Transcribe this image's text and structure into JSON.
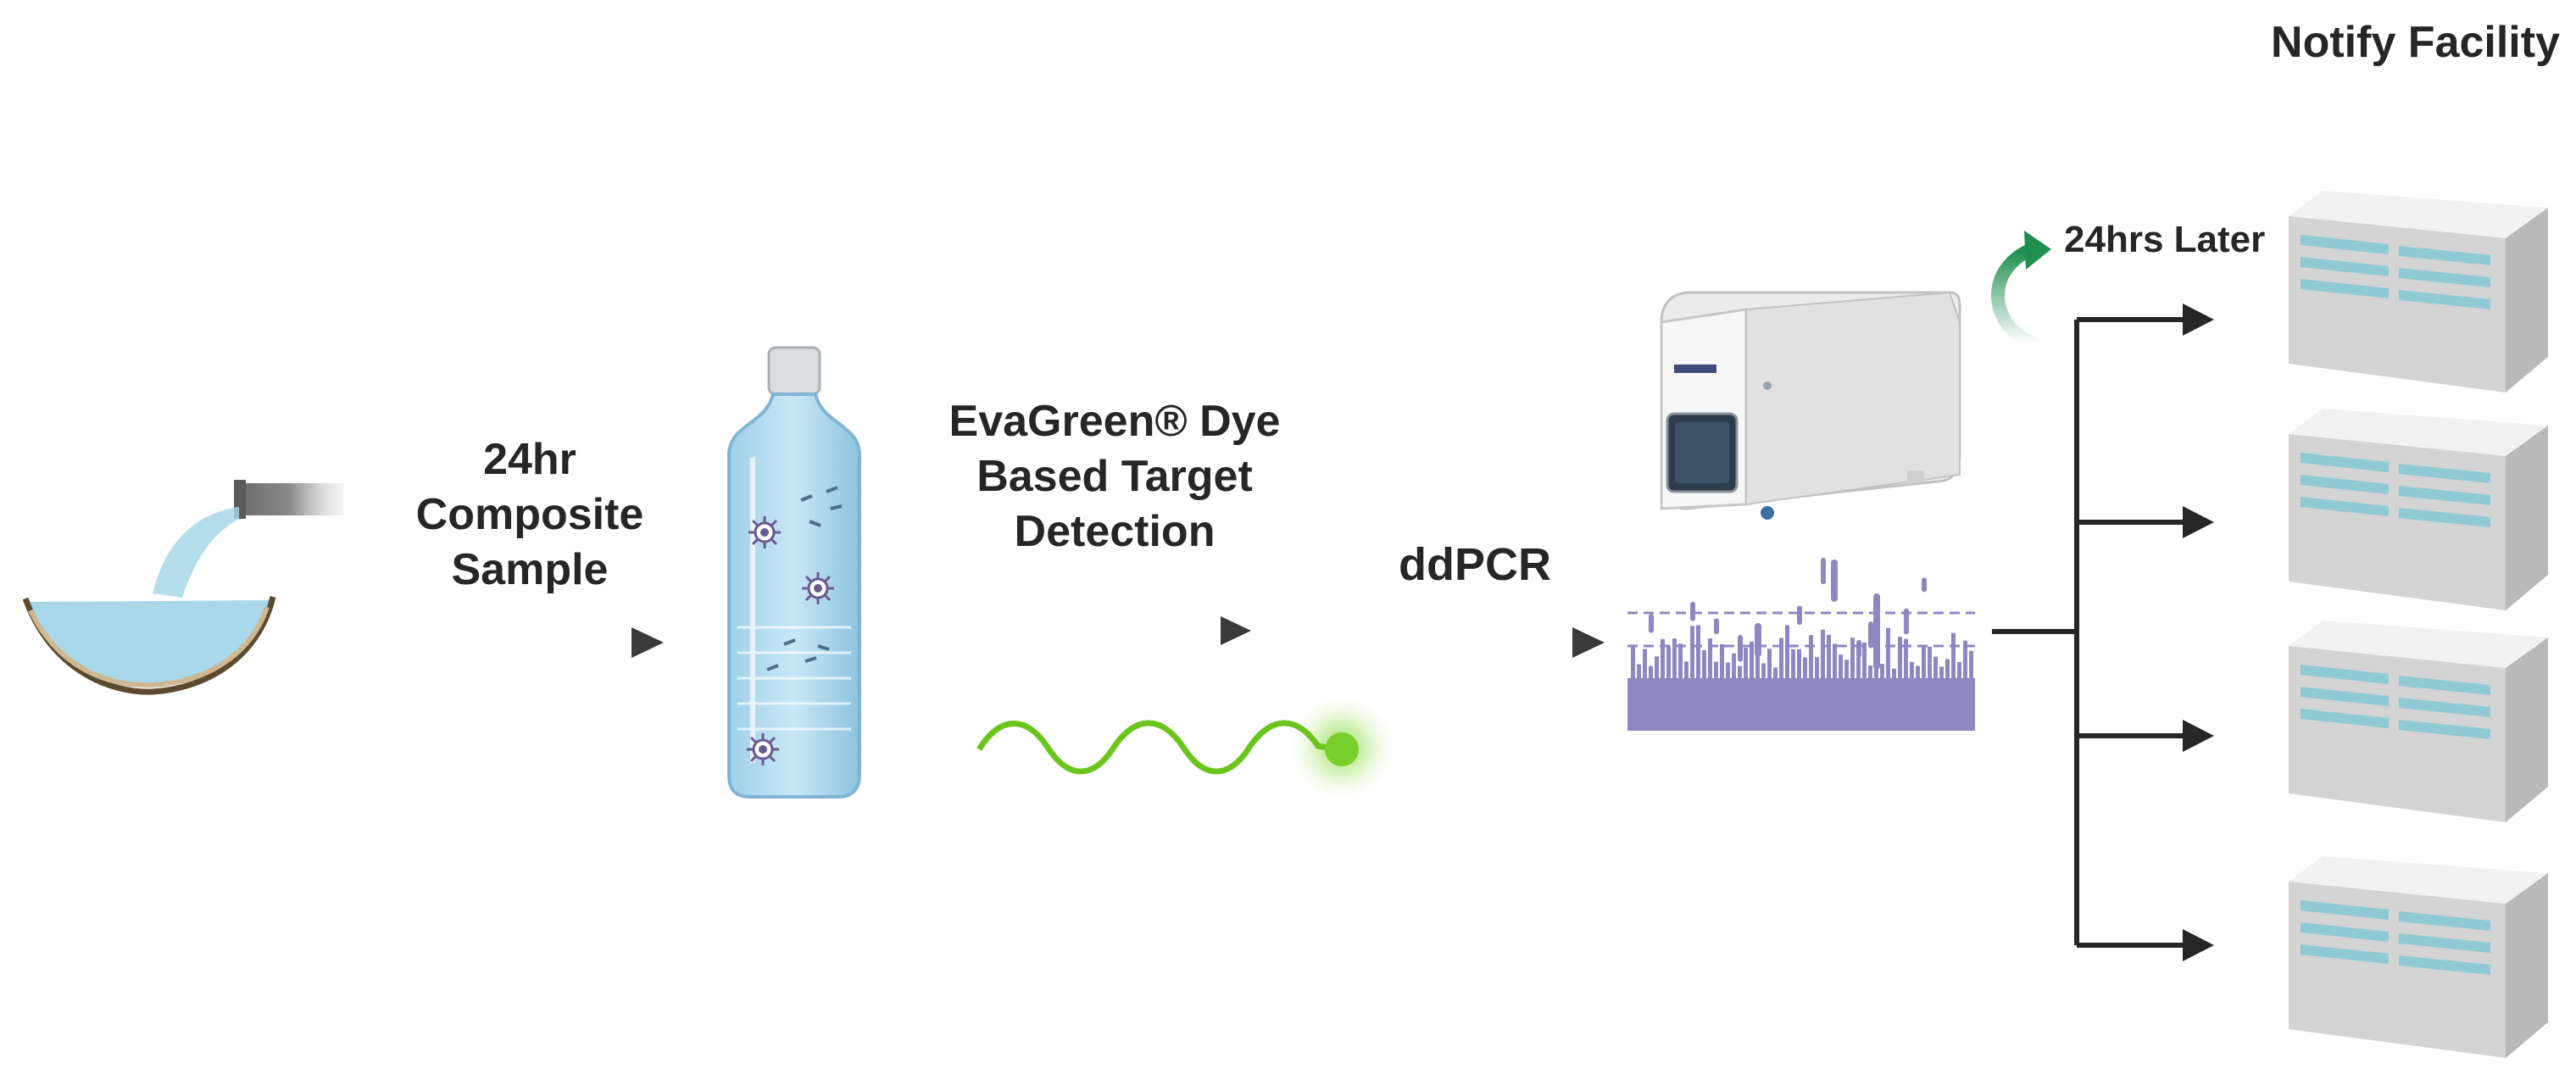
{
  "labels": {
    "notify_facility": "Notify Facility",
    "later": "24hrs Later",
    "composite_line1": "24hr",
    "composite_line2": "Composite",
    "composite_line3": "Sample",
    "dye_line1": "EvaGreen® Dye",
    "dye_line2": "Based Target",
    "dye_line3": "Detection",
    "ddpcr": "ddPCR"
  },
  "colors": {
    "arrow": "#3a3a3a",
    "water": "#a8d8ea",
    "dye_green": "#6cc51f",
    "curl_arrow": "#1e8f4e",
    "droplet_purple": "#8e88c0",
    "building_stripe": "#8fc9d3"
  },
  "icons": [
    "sewer-outfall-icon",
    "sample-bottle-icon",
    "dye-signal-icon",
    "ddpcr-instrument-icon",
    "droplet-plot-icon",
    "facility-building-icon"
  ]
}
